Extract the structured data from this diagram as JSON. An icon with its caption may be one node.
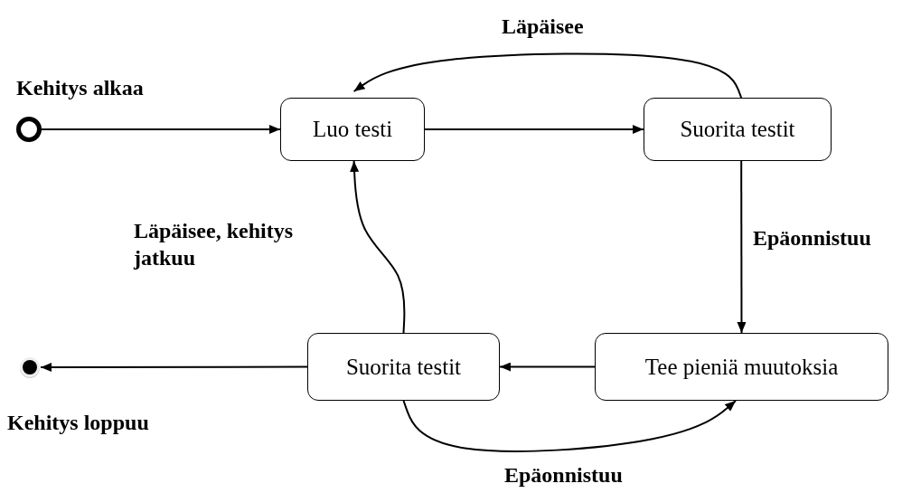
{
  "diagram": {
    "nodes": [
      {
        "text": [],
        "shape": "circle",
        "beside": [
          "Kehitys alkaa"
        ]
      },
      {
        "text": [
          "Luo testi"
        ]
      },
      {
        "text": [
          "Suorita testit"
        ]
      },
      {
        "text": [
          "Tee pieniä muutoksia"
        ]
      },
      {
        "text": [
          "Suorita testit"
        ]
      },
      {
        "text": [],
        "shape": "dot",
        "beside": [
          "Kehitys loppuu"
        ]
      }
    ],
    "edges": [
      {
        "from": 0,
        "to": 1,
        "arrow": "to"
      },
      {
        "from": 1,
        "to": 2,
        "arrow": "to"
      },
      {
        "from": 2,
        "to": 1,
        "arrow": "to",
        "label": "Läpäisee"
      },
      {
        "from": 2,
        "to": 3,
        "arrow": "to",
        "label": "Epäonnistuu"
      },
      {
        "from": 3,
        "to": 4,
        "arrow": "to"
      },
      {
        "from": 4,
        "to": 1,
        "arrow": "to",
        "label": "Läpäisee, kehitys jatkuu"
      },
      {
        "from": 4,
        "to": 3,
        "arrow": "to",
        "label": "Epäonnistuu"
      },
      {
        "from": 4,
        "to": 5,
        "arrow": "to"
      }
    ]
  }
}
